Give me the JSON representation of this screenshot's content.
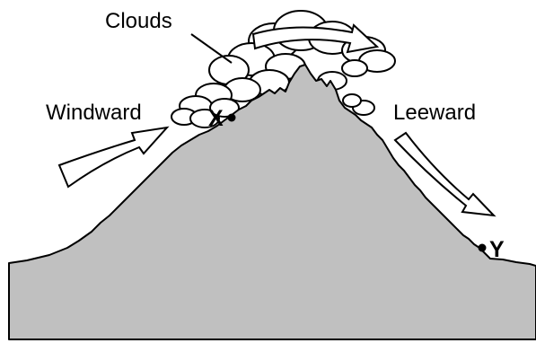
{
  "diagram": {
    "labels": {
      "clouds": "Clouds",
      "windward": "Windward",
      "leeward": "Leeward",
      "point_x": "X",
      "point_y": "Y"
    },
    "colors": {
      "mountain_fill": "#c0c0c0",
      "outline": "#000000",
      "cloud_fill": "#ffffff",
      "arrow_fill": "#ffffff"
    }
  }
}
